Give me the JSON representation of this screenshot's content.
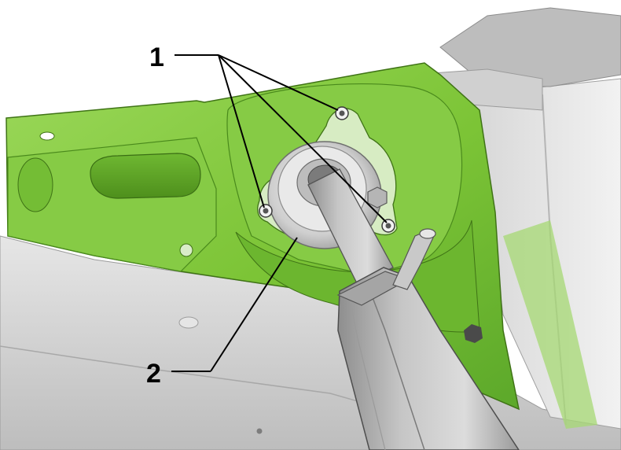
{
  "callouts": [
    {
      "id": "1",
      "text": "1",
      "target": "strut-mount-bolt-holes"
    },
    {
      "id": "2",
      "text": "2",
      "target": "strut-top-mount-seat"
    }
  ],
  "colors": {
    "body-panel": "#7cc436",
    "body-panel-dark": "#4e8f1c",
    "metal-gray": "#c9c9c9",
    "metal-dark": "#8c8c8c",
    "leader-line": "#000000",
    "background": "#ffffff"
  }
}
